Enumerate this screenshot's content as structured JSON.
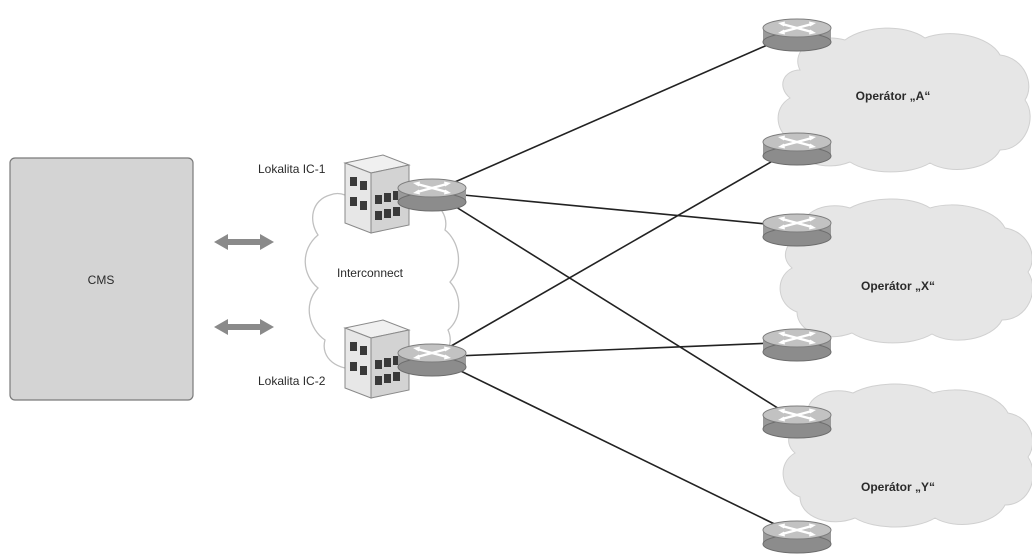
{
  "cms": {
    "label": "CMS"
  },
  "interconnect": {
    "label": "Interconnect",
    "sites": [
      {
        "label": "Lokalita IC-1"
      },
      {
        "label": "Lokalita IC-2"
      }
    ]
  },
  "operators": [
    {
      "label": "Operátor „A“"
    },
    {
      "label": "Operátor „X“"
    },
    {
      "label": "Operátor „Y“"
    }
  ],
  "colors": {
    "cms_fill": "#d4d4d4",
    "cloud_fill": "#e6e6e6",
    "router_body": "#9a9a9a",
    "router_top": "#bdbdbd",
    "line": "#222222",
    "arrow": "#8a8a8a"
  }
}
